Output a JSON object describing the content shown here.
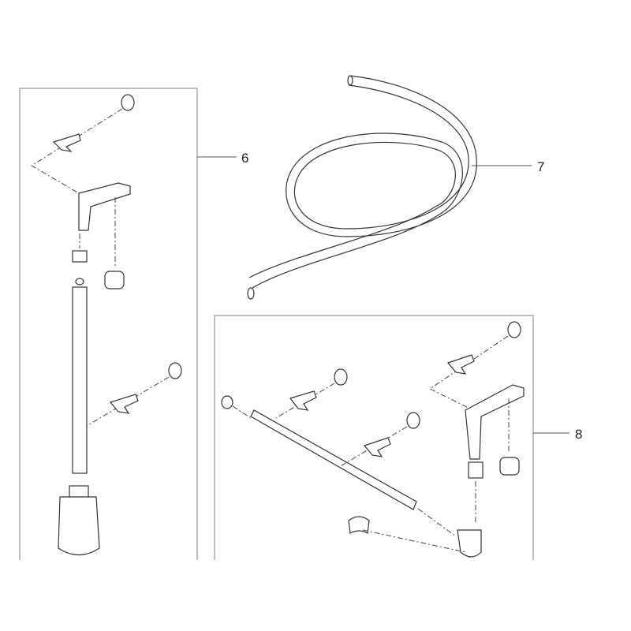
{
  "diagram": {
    "labels": {
      "part6": "6",
      "part7": "7",
      "part8": "8"
    }
  }
}
